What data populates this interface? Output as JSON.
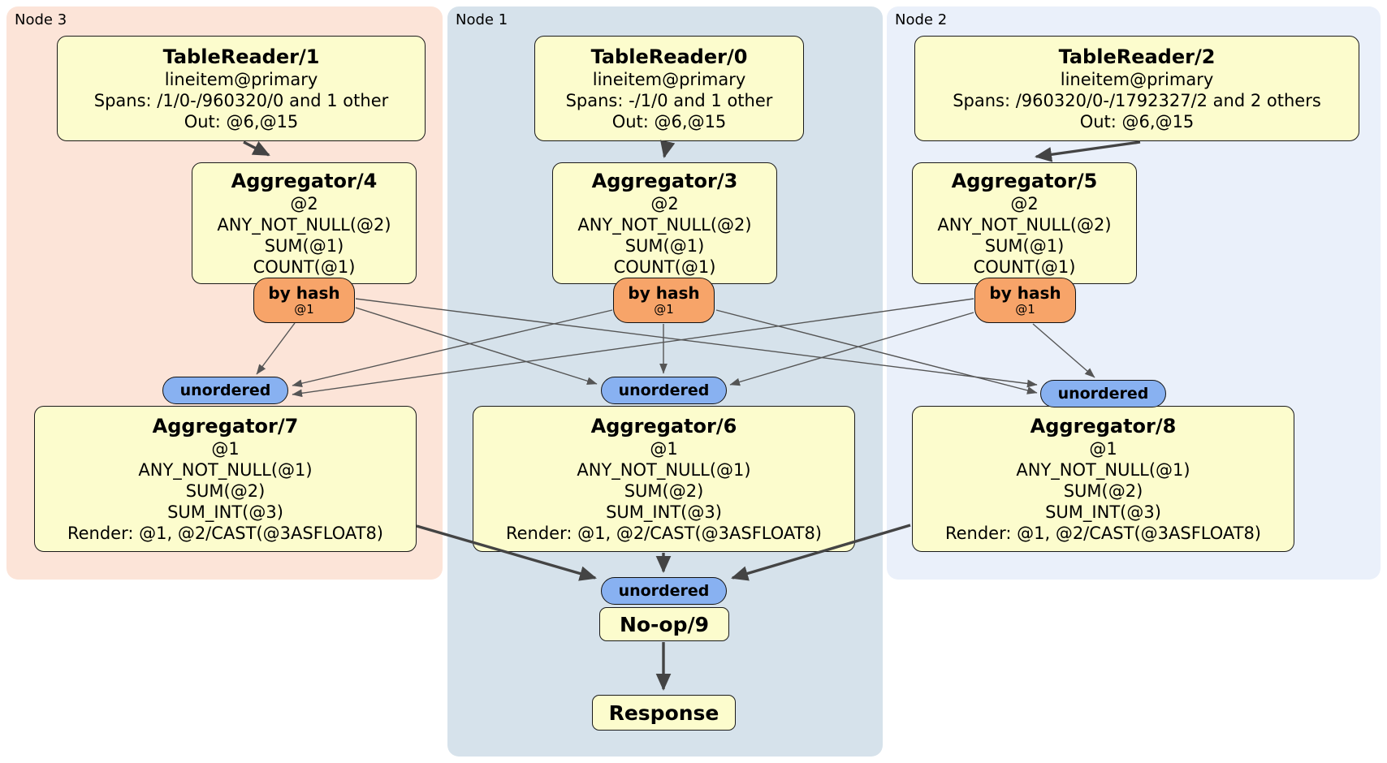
{
  "panels": [
    {
      "label": "Node 3"
    },
    {
      "label": "Node 1"
    },
    {
      "label": "Node 2"
    }
  ],
  "table_readers": [
    {
      "title": "TableReader/1",
      "line1": "lineitem@primary",
      "line2": "Spans: /1/0-/960320/0 and 1 other",
      "line3": "Out: @6,@15"
    },
    {
      "title": "TableReader/0",
      "line1": "lineitem@primary",
      "line2": "Spans: -/1/0 and 1 other",
      "line3": "Out: @6,@15"
    },
    {
      "title": "TableReader/2",
      "line1": "lineitem@primary",
      "line2": "Spans: /960320/0-/1792327/2 and 2 others",
      "line3": "Out: @6,@15"
    }
  ],
  "hash_aggregators": [
    {
      "title": "Aggregator/4",
      "line1": "@2",
      "line2": "ANY_NOT_NULL(@2)",
      "line3": "SUM(@1)",
      "line4": "COUNT(@1)"
    },
    {
      "title": "Aggregator/3",
      "line1": "@2",
      "line2": "ANY_NOT_NULL(@2)",
      "line3": "SUM(@1)",
      "line4": "COUNT(@1)"
    },
    {
      "title": "Aggregator/5",
      "line1": "@2",
      "line2": "ANY_NOT_NULL(@2)",
      "line3": "SUM(@1)",
      "line4": "COUNT(@1)"
    }
  ],
  "routers": [
    {
      "label": "by hash",
      "detail": "@1"
    },
    {
      "label": "by hash",
      "detail": "@1"
    },
    {
      "label": "by hash",
      "detail": "@1"
    }
  ],
  "syncs": [
    {
      "label": "unordered"
    },
    {
      "label": "unordered"
    },
    {
      "label": "unordered"
    }
  ],
  "final_aggregators": [
    {
      "title": "Aggregator/7",
      "line1": "@1",
      "line2": "ANY_NOT_NULL(@1)",
      "line3": "SUM(@2)",
      "line4": "SUM_INT(@3)",
      "line5": "Render: @1, @2/CAST(@3ASFLOAT8)"
    },
    {
      "title": "Aggregator/6",
      "line1": "@1",
      "line2": "ANY_NOT_NULL(@1)",
      "line3": "SUM(@2)",
      "line4": "SUM_INT(@3)",
      "line5": "Render: @1, @2/CAST(@3ASFLOAT8)"
    },
    {
      "title": "Aggregator/8",
      "line1": "@1",
      "line2": "ANY_NOT_NULL(@1)",
      "line3": "SUM(@2)",
      "line4": "SUM_INT(@3)",
      "line5": "Render: @1, @2/CAST(@3ASFLOAT8)"
    }
  ],
  "final_sync": {
    "label": "unordered"
  },
  "noop": {
    "title": "No-op/9"
  },
  "response": {
    "title": "Response"
  },
  "colors": {
    "node3_bg": "#fce4d8",
    "node1_bg": "#d6e2eb",
    "node2_bg": "#eaf0fa",
    "processor_bg": "#fcfccd",
    "router_bg": "#f7a469",
    "sync_bg": "#88b1f1",
    "edge_thin": "#555555",
    "edge_thick": "#444444"
  }
}
